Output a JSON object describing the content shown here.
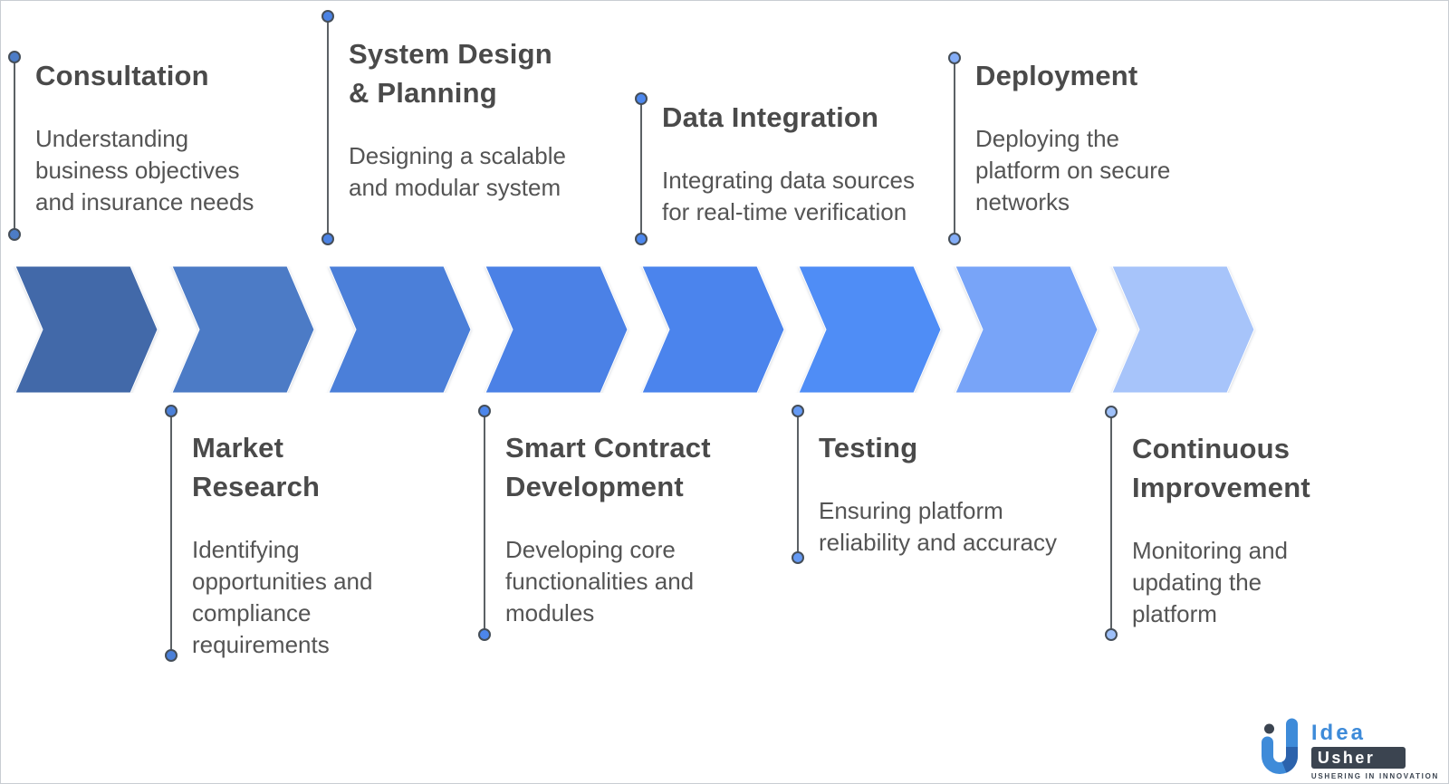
{
  "process": {
    "steps": [
      {
        "title": "Consultation",
        "description": "Understanding\nbusiness objectives\nand insurance needs",
        "position": "top",
        "chevron_color": "#4269A9",
        "dot_color": "#4C7CC7"
      },
      {
        "title": "Market\nResearch",
        "description": "Identifying\nopportunities and\ncompliance\nrequirements",
        "position": "bottom",
        "chevron_color": "#4C7BC6",
        "dot_color": "#4B80D9"
      },
      {
        "title": "System Design\n& Planning",
        "description": "Designing a scalable\nand modular system",
        "position": "top",
        "chevron_color": "#4B7FD9",
        "dot_color": "#4B83E5"
      },
      {
        "title": "Smart Contract\nDevelopment",
        "description": "Developing core\nfunctionalities and\nmodules",
        "position": "bottom",
        "chevron_color": "#4B81E6",
        "dot_color": "#4C86EC"
      },
      {
        "title": "Data Integration",
        "description": "Integrating data sources\nfor real-time verification",
        "position": "top",
        "chevron_color": "#4B84ED",
        "dot_color": "#4D88EE"
      },
      {
        "title": "Testing",
        "description": "Ensuring platform\nreliability and accuracy",
        "position": "bottom",
        "chevron_color": "#4F8DF6",
        "dot_color": "#659AF4"
      },
      {
        "title": "Deployment",
        "description": "Deploying the\nplatform on secure\nnetworks",
        "position": "top",
        "chevron_color": "#78A4F8",
        "dot_color": "#84ADF7"
      },
      {
        "title": "Continuous\nImprovement",
        "description": "Monitoring and\nupdating the\nplatform",
        "position": "bottom",
        "chevron_color": "#A7C4FA",
        "dot_color": "#9EC0F9"
      }
    ],
    "connector": {
      "line_color": "#5C6165",
      "dot_border_color": "#454E58"
    }
  },
  "logo": {
    "word_idea": "Idea",
    "word_usher": "Usher",
    "tagline": "USHERING IN INNOVATION",
    "blue": "#3E8BD9",
    "dark": "#3B4450",
    "navy": "#2B62AC"
  }
}
